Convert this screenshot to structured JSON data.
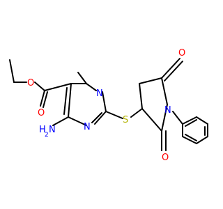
{
  "colors": {
    "background": "#ffffff",
    "bond": "#000000",
    "oxygen": "#ff0000",
    "nitrogen": "#0000ff",
    "sulfur": "#b2b200"
  },
  "atoms": {
    "O_ester_single": "O",
    "O_ester_carbonyl": "O",
    "N_pyrimidine_top": "N",
    "N_pyrimidine_bottom": "N",
    "amino_H": "H",
    "amino_sub": "2",
    "amino_N": "N",
    "S_thioether": "S",
    "N_imide": "N",
    "O_imide_top": "O",
    "O_imide_bottom": "O"
  }
}
